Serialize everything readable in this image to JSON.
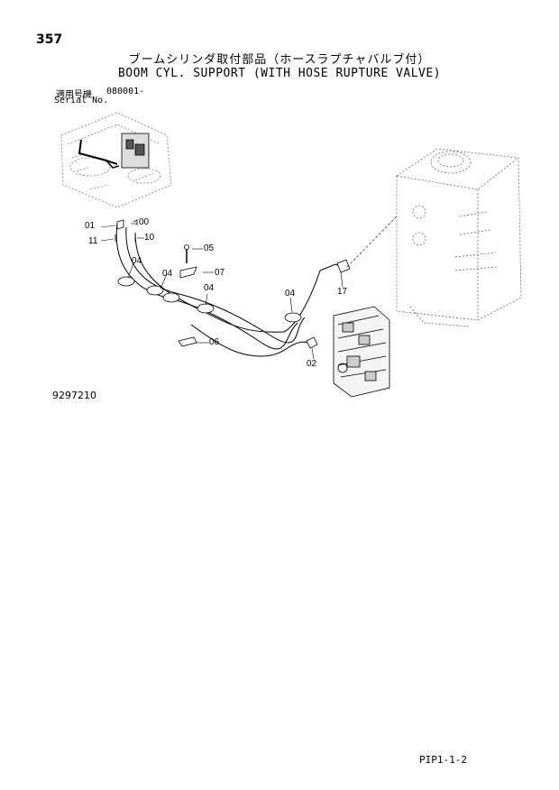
{
  "page_number": "357",
  "title_jp": "ブームシリンダ取付部品（ホースラプチャバルブ付）",
  "title_en": "BOOM CYL. SUPPORT (WITH HOSE RUPTURE VALVE)",
  "serial": {
    "label_jp": "適用号機",
    "label_en": "Serial No.",
    "value": "080001-"
  },
  "figure_number": "9297210",
  "footer_code": "PIP1-1-2",
  "callouts": {
    "c01": "01",
    "c00": "00",
    "c11": "11",
    "c10": "10",
    "c05": "05",
    "c04a": "04",
    "c04b": "04",
    "c07": "07",
    "c04c": "04",
    "c04d": "04",
    "c06": "06",
    "c17": "17",
    "c02": "02"
  }
}
